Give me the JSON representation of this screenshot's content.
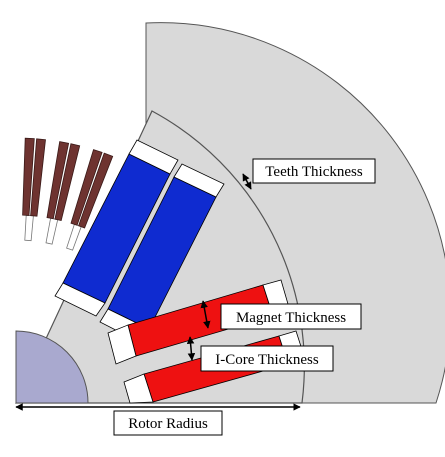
{
  "labels": {
    "teeth_thickness": "Teeth Thickness",
    "magnet_thickness": "Magnet Thickness",
    "icore_thickness": "I-Core Thickness",
    "rotor_radius": "Rotor Radius"
  },
  "colors": {
    "background": "#ffffff",
    "steel": "#d9d9d9",
    "outline": "#555555",
    "winding": "#6e3330",
    "magnet_blue": "#0f2bd0",
    "magnet_red": "#ee1111",
    "shaft": "#a9a9cf",
    "label_box": "#ffffff"
  }
}
